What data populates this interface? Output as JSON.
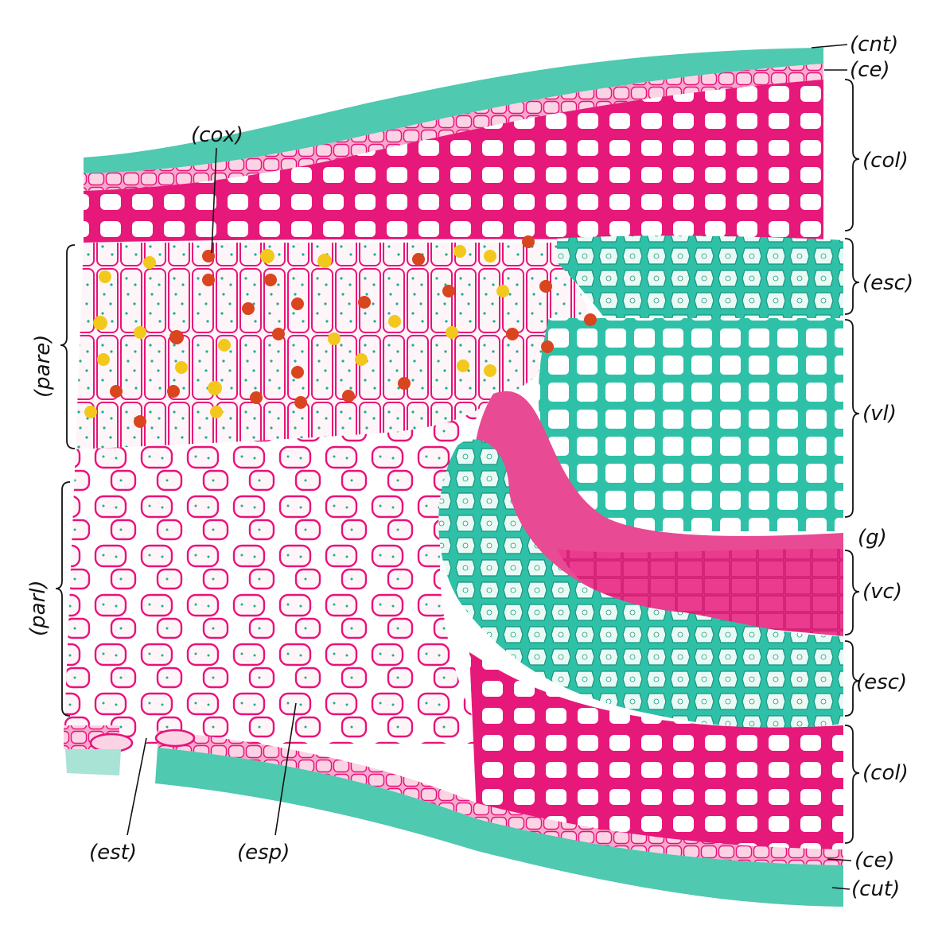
{
  "figure": {
    "colors": {
      "cuticle": "#4fc9b0",
      "cuticle_light": "#a8e3d6",
      "collenchyma": "#e6197a",
      "collenchyma_light": "#f07ab0",
      "sclerenchyma": "#2fc1a8",
      "parenchyma_fill": "#fdf5f8",
      "parenchyma_wall": "#e8127a",
      "chloroplast": "#1cae95",
      "crystal_yellow": "#f2c81c",
      "crystal_red": "#d9451e",
      "background": "#ffffff"
    },
    "labels": {
      "cnt": "(cnt)",
      "ce_top": "(ce)",
      "col_top": "(col)",
      "cox": "(cox)",
      "esc_top": "(esc)",
      "pare": "(pare)",
      "vl": "(vl)",
      "g": "(g)",
      "vc": "(vc)",
      "parl": "(parl)",
      "esc_bottom": "(esc)",
      "col_bottom": "(col)",
      "est": "(est)",
      "esp": "(esp)",
      "ce_bottom": "(ce)",
      "cut": "(cut)"
    }
  }
}
